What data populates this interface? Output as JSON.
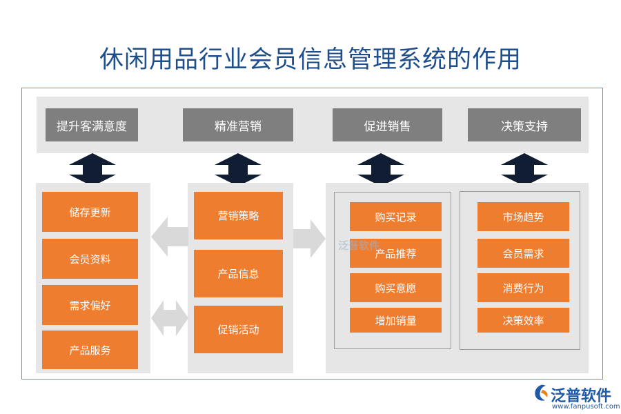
{
  "title": "休闲用品行业会员信息管理系统的作用",
  "headers": [
    "提升客满意度",
    "精准营销",
    "促进销售",
    "决策支持"
  ],
  "col1": [
    "储存更新",
    "会员资料",
    "需求偏好",
    "产品服务"
  ],
  "col2": [
    "营销策略",
    "产品信息",
    "促销活动"
  ],
  "col3": [
    "购买记录",
    "产品推荐",
    "购买意愿",
    "增加销量"
  ],
  "col4": [
    "市场趋势",
    "会员需求",
    "消费行为",
    "决策效率"
  ],
  "watermark": "泛普软件",
  "logo": {
    "name": "泛普软件",
    "url": "www.fanpusoft.com"
  },
  "colors": {
    "title": "#1f4e8c",
    "header": "#7f7f7f",
    "box": "#ee7d30",
    "band": "#e6e6e6",
    "frame": "#3aa0e0"
  }
}
